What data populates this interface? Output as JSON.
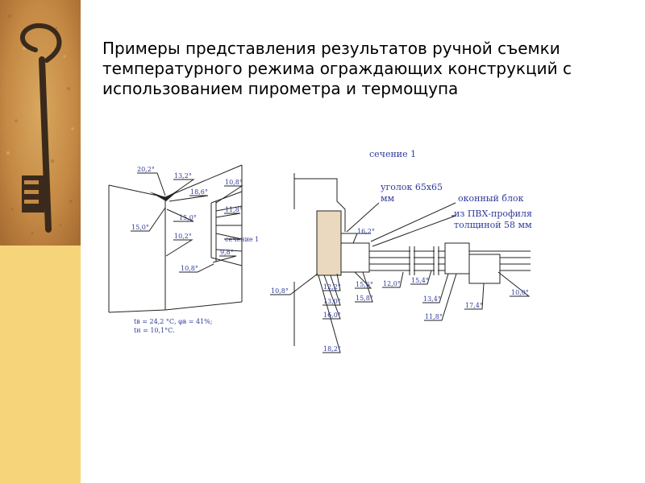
{
  "title": "Примеры представления результатов ручной съемки температурного режима ограждающих конструкций с использованием пирометра и термощупа",
  "colors": {
    "sidebar": "#f6d57a",
    "label": "#2f3a9a",
    "profile": "#ead9bf"
  },
  "icons": {
    "decor": "key-photo"
  },
  "left_view": {
    "labels": [
      "20,2°",
      "13,2°",
      "18,6°",
      "10,8°",
      "11,8°",
      "15,0°",
      "15,0°",
      "10,2°",
      "9,8°",
      "10,8°"
    ],
    "section_label": "сечение 1",
    "legend_line1": "tв = 24,2 °С, φв = 41%;",
    "legend_line2": "tн = 10,1°С."
  },
  "right_view": {
    "section_title": "сечение 1",
    "angle_label": "уголок 65х65",
    "angle_unit": "мм",
    "window_label": "оконный блок",
    "profile_label": "из ПВХ-профиля",
    "thickness_label": "толщиной 58 мм",
    "labels": [
      "16,2°",
      "10,8°",
      "12,2°",
      "13,0°",
      "16,0°",
      "18,2°",
      "15,6°",
      "15,8°",
      "12,0°",
      "15,4°",
      "13,4°",
      "11,8°",
      "17,4°",
      "10,0°"
    ]
  }
}
